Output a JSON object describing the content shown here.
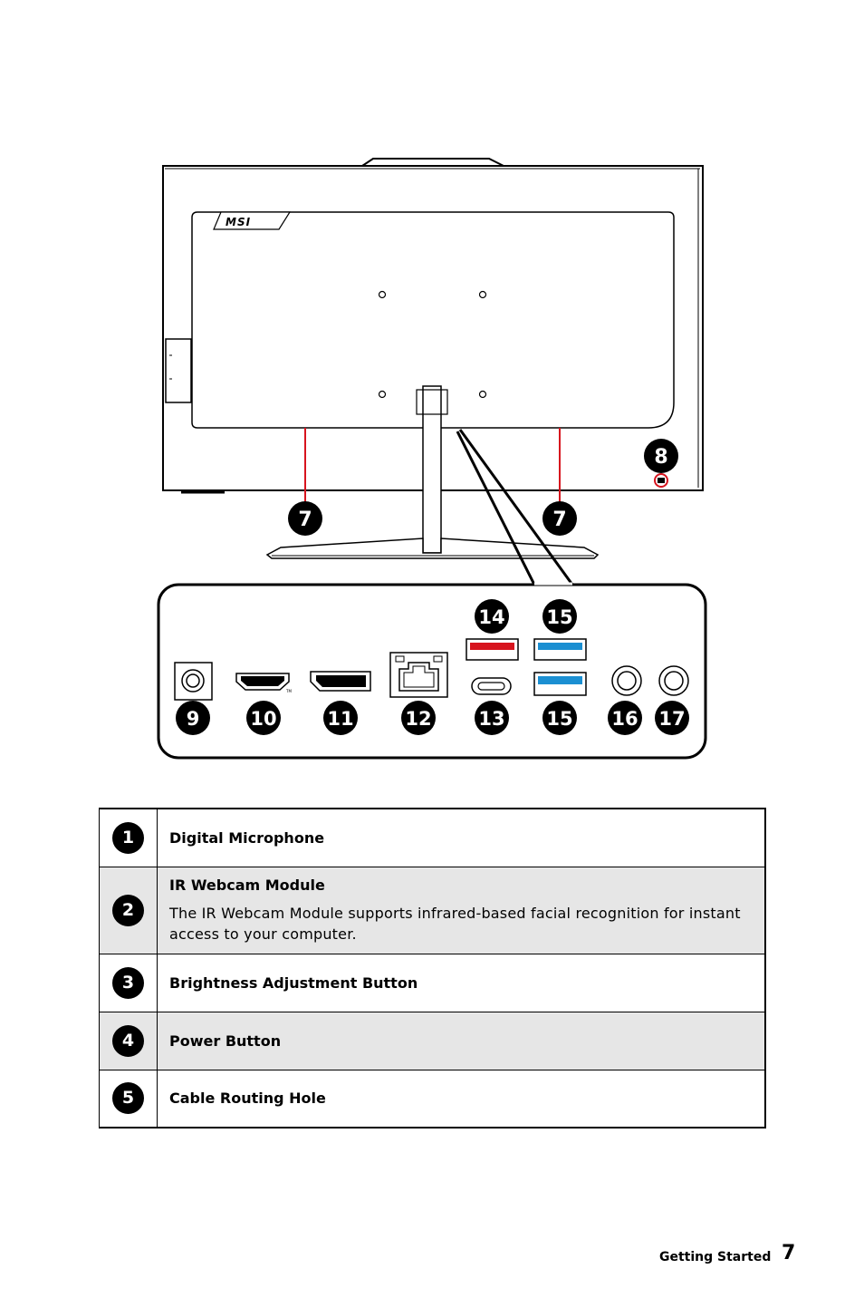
{
  "diagram": {
    "brand_logo": "MSI",
    "callouts_top": {
      "kensington_left": "7",
      "kensington_right": "7",
      "lock_slot": "8"
    },
    "ports_top": {
      "usb_red": "14",
      "usb_blue_top": "15"
    },
    "ports_bottom": {
      "dc_in": "9",
      "hdmi": "10",
      "displayport": "11",
      "lan": "12",
      "usb_c": "13",
      "usb_blue_bottom": "15",
      "audio_1": "16",
      "audio_2": "17"
    },
    "colors": {
      "usb_red": "#d7141e",
      "usb_blue": "#1b8fd2",
      "leader_red": "#d7141e"
    }
  },
  "legend": [
    {
      "num": "1",
      "title": "Digital Microphone",
      "body": ""
    },
    {
      "num": "2",
      "title": "IR Webcam Module",
      "body": "The IR Webcam Module supports infrared-based facial recognition for instant access to your computer."
    },
    {
      "num": "3",
      "title": "Brightness Adjustment Button",
      "body": ""
    },
    {
      "num": "4",
      "title": "Power Button",
      "body": ""
    },
    {
      "num": "5",
      "title": "Cable Routing Hole",
      "body": ""
    }
  ],
  "footer": {
    "section": "Getting Started",
    "page": "7"
  }
}
